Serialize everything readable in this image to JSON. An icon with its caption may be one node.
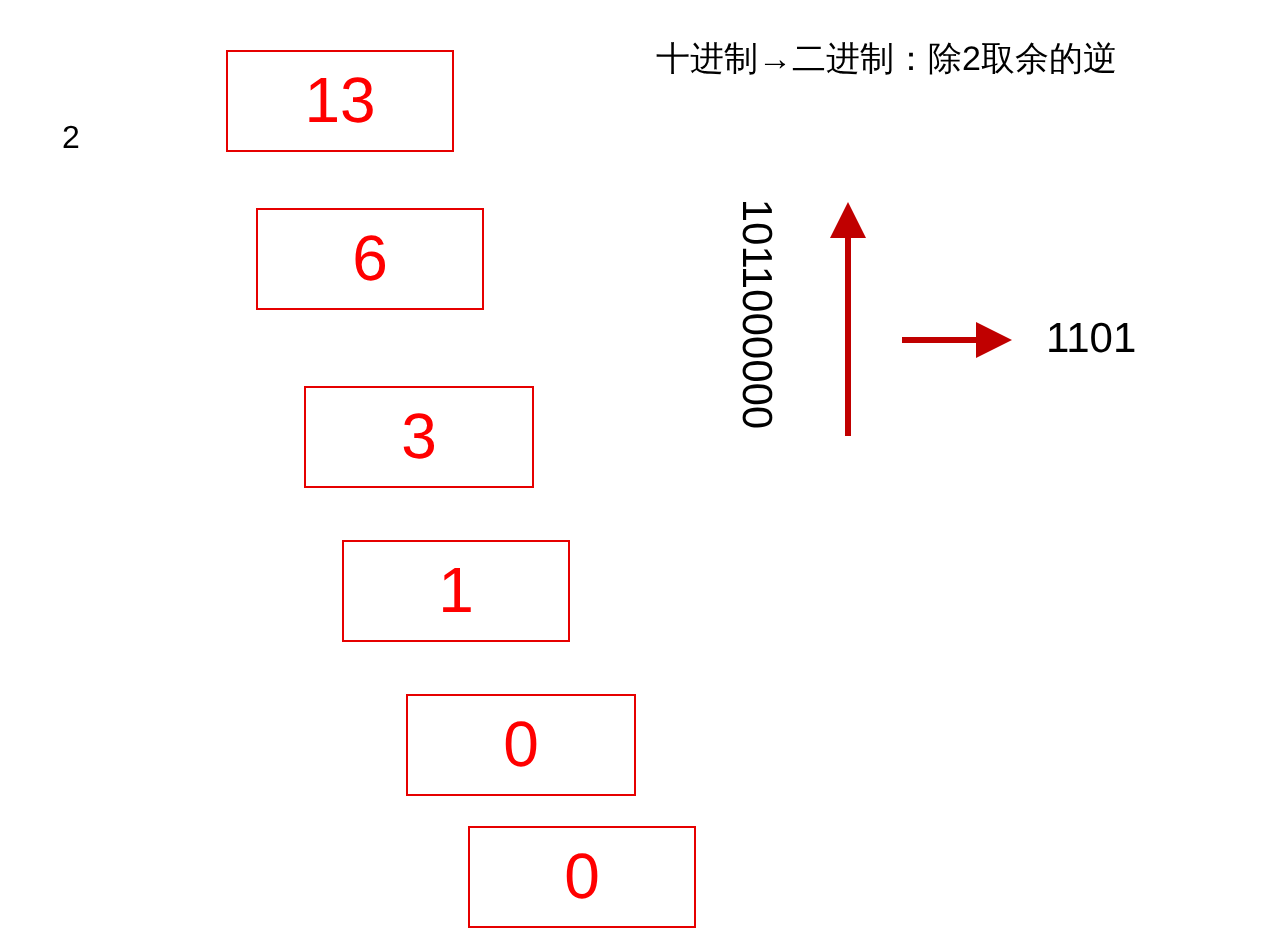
{
  "diagram": {
    "title": "十进制→二进制：除2取余的逆",
    "nodes": [
      {
        "text": [
          "13"
        ]
      },
      {
        "text": [
          "6"
        ]
      },
      {
        "text": [
          "3"
        ]
      },
      {
        "text": [
          "1"
        ]
      },
      {
        "text": [
          "0"
        ]
      },
      {
        "text": [
          "0"
        ]
      },
      {
        "text": [
          "1101"
        ]
      }
    ],
    "edges": [
      {
        "from": null,
        "to": 6,
        "arrow": "to"
      }
    ],
    "labels": [
      "2",
      "1011000000"
    ]
  }
}
